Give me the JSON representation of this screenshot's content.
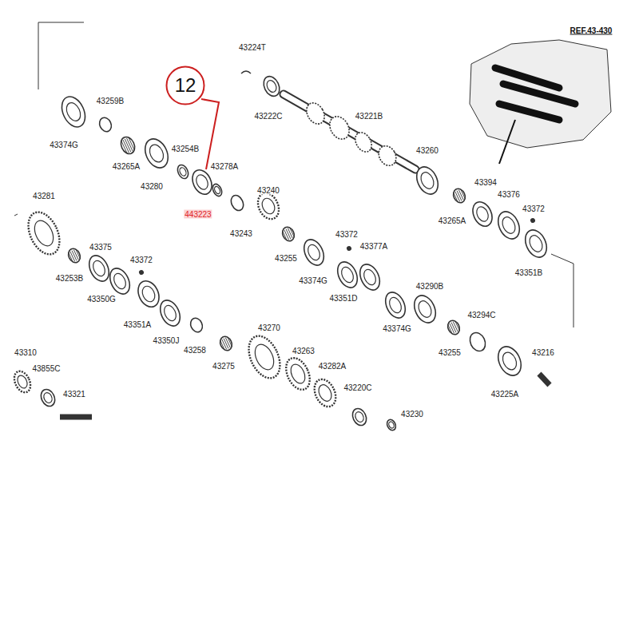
{
  "diagram": {
    "nodes": [
      {
        "text": [
          "12"
        ]
      }
    ],
    "labels": [
      "43224T",
      "REF.43-430",
      "43259B",
      "43222C",
      "43221B",
      "43374G",
      "43254B",
      "43260",
      "43265A",
      "43278A",
      "43394",
      "43280",
      "43240",
      "43376",
      "43281",
      "443223",
      "43372",
      "43265A",
      "43243",
      "43375",
      "43372",
      "43377A",
      "43372",
      "43253B",
      "43255",
      "43351B",
      "43374G",
      "43290B",
      "43350G",
      "43351D",
      "43351A",
      "43294C",
      "43374G",
      "43350J",
      "43270",
      "43255",
      "43216",
      "43310",
      "43263",
      "43258",
      "43855C",
      "43275",
      "43282A",
      "43225A",
      "43321",
      "43220C",
      "43230"
    ]
  }
}
